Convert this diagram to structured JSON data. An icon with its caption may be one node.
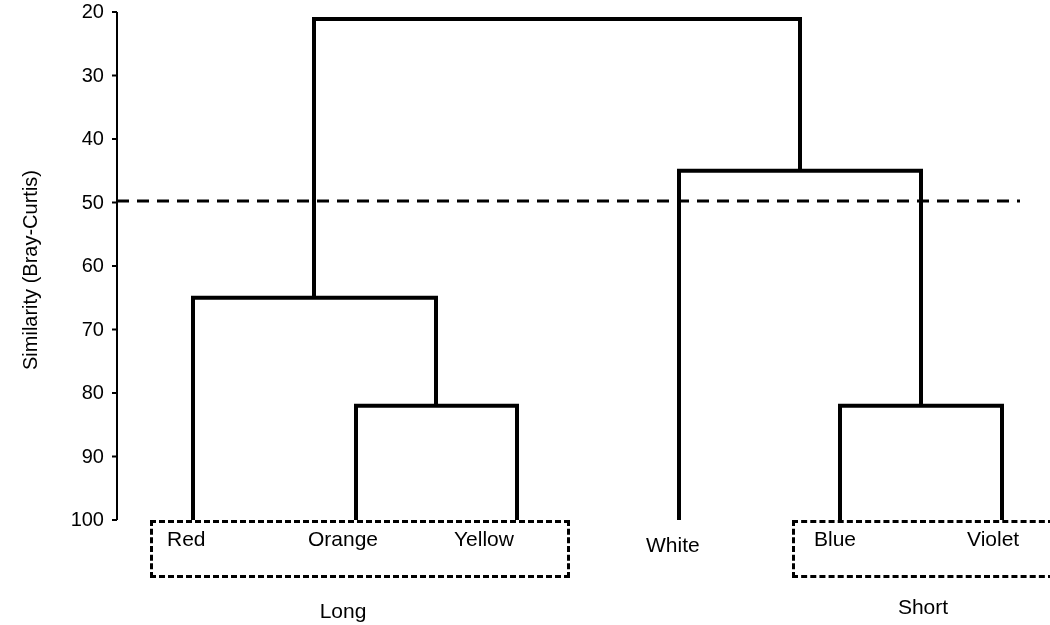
{
  "diagram": {
    "nodes": [
      {
        "text": [
          "Long"
        ]
      },
      {
        "text": [
          "Red"
        ],
        "in": 0
      },
      {
        "text": [
          "Orange"
        ],
        "in": 0
      },
      {
        "text": [
          "Yellow"
        ],
        "in": 0
      },
      {
        "text": [
          "White"
        ]
      },
      {
        "text": [
          "Short"
        ]
      },
      {
        "text": [
          "Blue"
        ],
        "in": 5
      },
      {
        "text": [
          "Violet"
        ],
        "in": 5
      }
    ],
    "labels": [
      "20",
      "30",
      "40",
      "50",
      "60",
      "70",
      "80",
      "90",
      "100",
      "Similarity (Bray-Curtis)"
    ]
  }
}
